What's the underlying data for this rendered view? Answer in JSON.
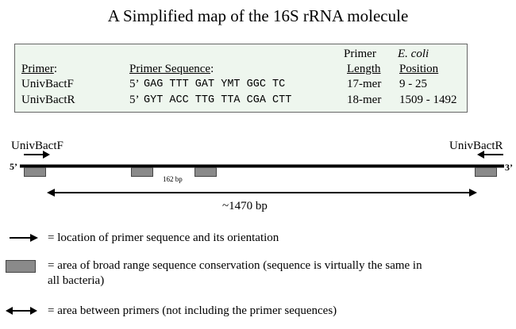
{
  "title": "A Simplified map of the 16S rRNA molecule",
  "table": {
    "headers": {
      "primer": "Primer",
      "primer_colon": ":",
      "sequence": "Primer Sequence",
      "sequence_colon": ":",
      "length_top": "Primer",
      "length": "Length",
      "position_top": "E. coli",
      "position": "Position"
    },
    "rows": [
      {
        "name": "UnivBactF",
        "prime": "5’",
        "sequence": "GAG TTT GAT YMT GGC TC",
        "length": "17-mer",
        "position": "9 - 25"
      },
      {
        "name": "UnivBactR",
        "prime": "5’",
        "sequence": "GYT ACC TTG TTA CGA CTT",
        "length": "18-mer",
        "position": "1509 - 1492"
      }
    ]
  },
  "diagram": {
    "forward_label": "UnivBactF",
    "reverse_label": "UnivBactR",
    "five_prime": "5’",
    "three_prime": "3’",
    "segment_label": "162 bp",
    "span_label": "~1470 bp"
  },
  "legend": [
    {
      "icon": "arrow-right",
      "text": "= location of primer sequence and its orientation"
    },
    {
      "icon": "conserved-box",
      "text": "= area of broad range sequence conservation (sequence is virtually the same in",
      "text2": "all bacteria)"
    },
    {
      "icon": "double-arrow",
      "text": "= area between primers (not including the primer sequences)"
    }
  ]
}
